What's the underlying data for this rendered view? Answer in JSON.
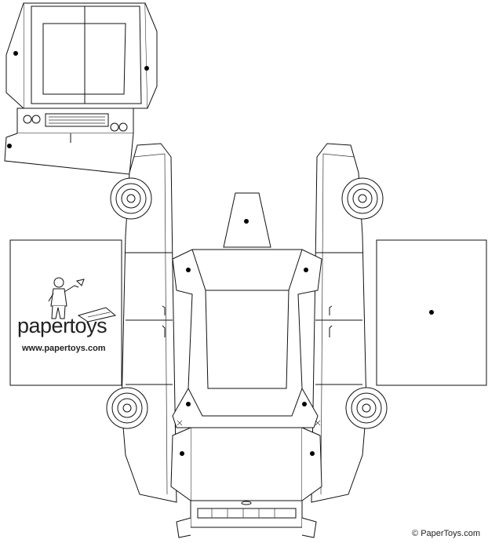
{
  "brand": {
    "name": "papertoys",
    "url": "www.papertoys.com"
  },
  "footer": {
    "copyright": "© PaperToys.com"
  }
}
